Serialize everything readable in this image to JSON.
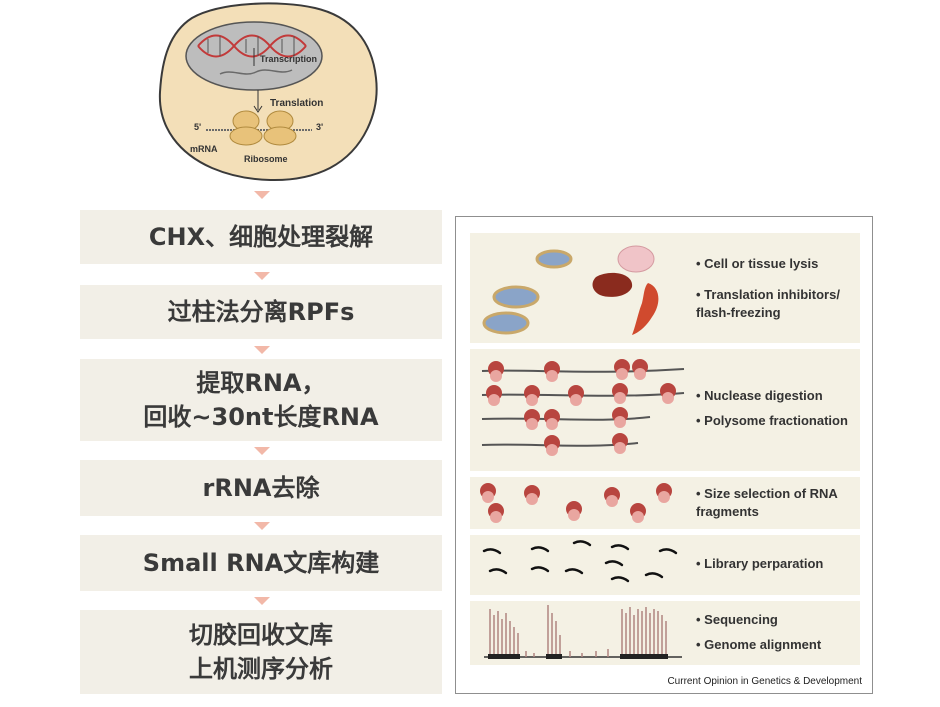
{
  "cell": {
    "transcription_label": "Transcription",
    "translation_label": "Translation",
    "five_prime": "5'",
    "three_prime": "3'",
    "mrna_label": "mRNA",
    "ribosome_label": "Ribosome"
  },
  "steps": [
    {
      "lines": [
        "CHX、细胞处理裂解"
      ]
    },
    {
      "lines": [
        "过柱法分离RPFs"
      ]
    },
    {
      "lines": [
        "提取RNA，",
        "回收~30nt长度RNA"
      ]
    },
    {
      "lines": [
        "rRNA去除"
      ]
    },
    {
      "lines": [
        "Small RNA文库构建"
      ]
    },
    {
      "lines": [
        "切胶回收文库",
        "上机测序分析"
      ]
    }
  ],
  "panel": {
    "rows": [
      {
        "items": [
          "• Cell or tissue lysis",
          "• Translation inhibitors/",
          "  flash-freezing"
        ]
      },
      {
        "items": [
          "• Nuclease digestion",
          "• Polysome fractionation"
        ]
      },
      {
        "items": [
          "• Size selection of RNA",
          "  fragments"
        ]
      },
      {
        "items": [
          "• Library perparation"
        ]
      },
      {
        "items": [
          "• Sequencing",
          "• Genome alignment"
        ]
      }
    ],
    "citation": "Current Opinion in Genetics & Development"
  },
  "colors": {
    "step_bg": "#f2efe7",
    "arrow": "#f2b8a8",
    "cell_fill": "#f3dfb8",
    "ribosome": "#e8c27a",
    "ribo_red": "#b8453f",
    "ribo_pink": "#e9a6a0",
    "row_bg": "#f4f1e4"
  }
}
